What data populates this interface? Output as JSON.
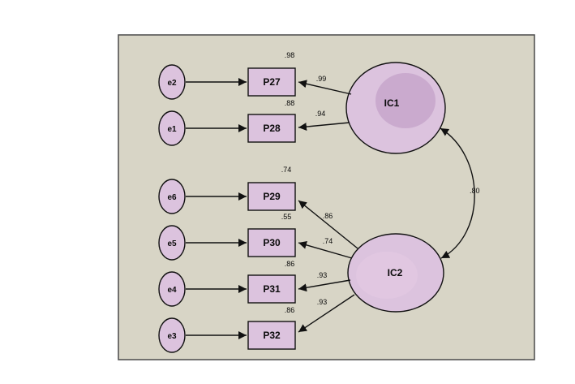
{
  "diagram": {
    "type": "sem-path-diagram",
    "latent_factors": [
      {
        "label": "IC1"
      },
      {
        "label": "IC2"
      }
    ],
    "error_terms": [
      {
        "label": "e2"
      },
      {
        "label": "e1"
      },
      {
        "label": "e6"
      },
      {
        "label": "e5"
      },
      {
        "label": "e4"
      },
      {
        "label": "e3"
      }
    ],
    "observed_variables": [
      {
        "label": "P27",
        "r2": ".98",
        "loading": ".99",
        "factor": "IC1",
        "error": "e2"
      },
      {
        "label": "P28",
        "r2": ".88",
        "loading": ".94",
        "factor": "IC1",
        "error": "e1"
      },
      {
        "label": "P29",
        "r2": ".74",
        "loading": ".86",
        "factor": "IC2",
        "error": "e6"
      },
      {
        "label": "P30",
        "r2": ".55",
        "loading": ".74",
        "factor": "IC2",
        "error": "e5"
      },
      {
        "label": "P31",
        "r2": ".86",
        "loading": ".93",
        "factor": "IC2",
        "error": "e4"
      },
      {
        "label": "P32",
        "r2": ".86",
        "loading": ".93",
        "factor": "IC2",
        "error": "e3"
      }
    ],
    "covariance": {
      "between": "IC1-IC2",
      "label": ".80"
    },
    "colors": {
      "panel_bg": "#d8d5c6",
      "node_fill": "#dcc3de",
      "latent_inner": "#c7a6cb",
      "stroke": "#111111"
    }
  }
}
